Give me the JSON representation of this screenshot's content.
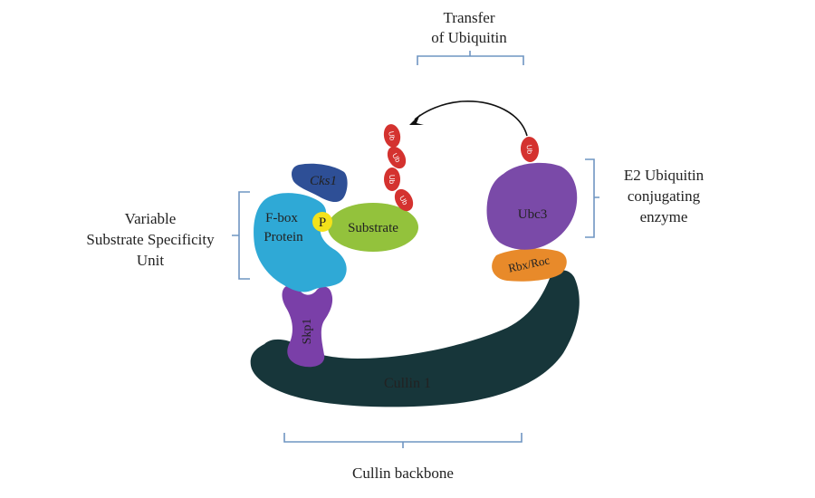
{
  "labels": {
    "transfer_line1": "Transfer",
    "transfer_line2": "of Ubiquitin",
    "e2_line1": "E2 Ubiquitin",
    "e2_line2": "conjugating",
    "e2_line3": "enzyme",
    "variable_line1": "Variable",
    "variable_line2": "Substrate Specificity",
    "variable_line3": "Unit",
    "backbone": "Cullin backbone"
  },
  "proteins": {
    "cks1": "Cks1",
    "fbox_line1": "F-box",
    "fbox_line2": "Protein",
    "phosphate": "P",
    "substrate": "Substrate",
    "ubc3": "Ubc3",
    "rbx": "Rbx/Roc",
    "skp1": "Skp1",
    "cullin": "Cullin 1",
    "ubiquitin": "Ub"
  },
  "colors": {
    "cullin": "#17363a",
    "skp1": "#7a3fa8",
    "fbox": "#2fa9d6",
    "cks1": "#2e4f96",
    "substrate": "#93c23c",
    "phosphate": "#f4e21a",
    "ubc3": "#7a4aa8",
    "rbx": "#e88a2a",
    "ubiquitin": "#d4322f",
    "brace": "#6f95c2"
  }
}
